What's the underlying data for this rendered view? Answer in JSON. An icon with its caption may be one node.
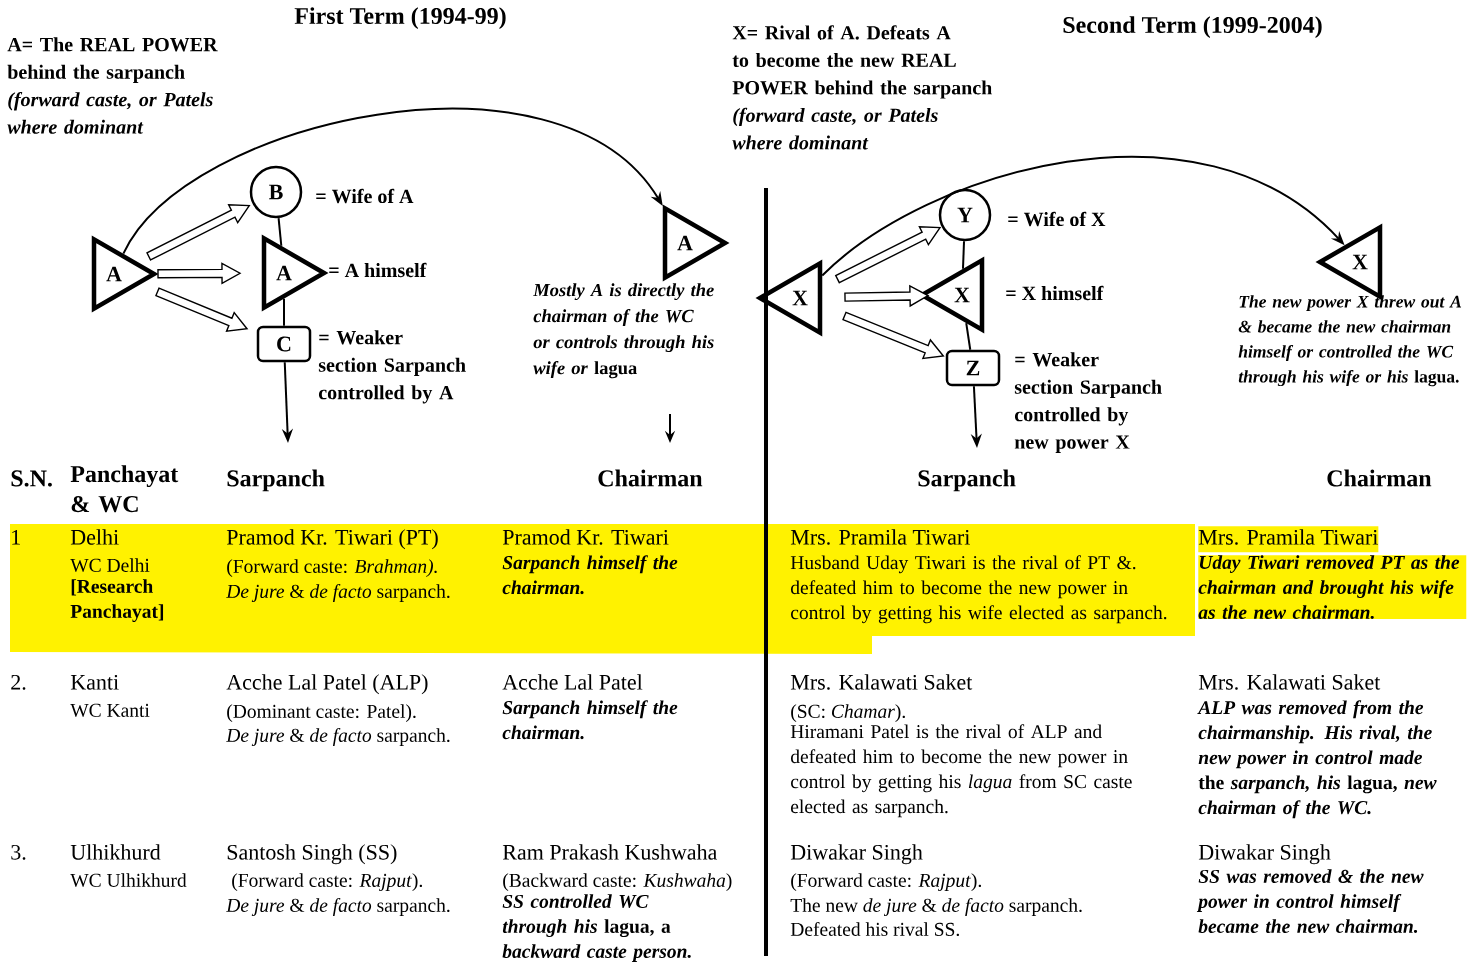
{
  "diagram": {
    "nodes": [
      {
        "text": [
          "A"
        ]
      },
      {
        "text": [
          "B"
        ],
        "beside": [
          "= Wife of A"
        ]
      },
      {
        "text": [
          "A"
        ],
        "beside": [
          "= A himself"
        ]
      },
      {
        "text": [
          "C"
        ],
        "beside": [
          "= Weaker section Sarpanch controlled by A"
        ]
      },
      {
        "text": [
          "A"
        ],
        "beside": [
          "*Mostly A is directly the chairman of the WC or controls through his wife or* lagua"
        ]
      },
      {
        "text": [
          "X"
        ]
      },
      {
        "text": [
          "Y"
        ],
        "beside": [
          "= Wife of X"
        ]
      },
      {
        "text": [
          "X"
        ],
        "beside": [
          "= X himself"
        ]
      },
      {
        "text": [
          "Z"
        ],
        "beside": [
          "= Weaker section Sarpanch controlled by new power X"
        ]
      },
      {
        "text": [
          "X"
        ],
        "beside": [
          "*The new power X threw out A & became the new chairman himself or controlled the WC through his wife or his* lagua."
        ]
      }
    ],
    "edges": [
      {
        "from": 0,
        "to": 1,
        "arrow": "to",
        "style": "thick"
      },
      {
        "from": 0,
        "to": 2,
        "arrow": "to",
        "style": "thick"
      },
      {
        "from": 0,
        "to": 3,
        "arrow": "to",
        "style": "thick"
      },
      {
        "from": 0,
        "to": 4,
        "arrow": "to"
      },
      {
        "from": 1,
        "to": 2,
        "arrow": "none"
      },
      {
        "from": 2,
        "to": 3,
        "arrow": "none"
      },
      {
        "from": 3,
        "to": null,
        "arrow": "to"
      },
      {
        "from": 5,
        "to": 6,
        "arrow": "to",
        "style": "thick"
      },
      {
        "from": 5,
        "to": 7,
        "arrow": "to",
        "style": "thick"
      },
      {
        "from": 5,
        "to": 8,
        "arrow": "to",
        "style": "thick"
      },
      {
        "from": 5,
        "to": 9,
        "arrow": "to"
      },
      {
        "from": 6,
        "to": 7,
        "arrow": "none"
      },
      {
        "from": 7,
        "to": 8,
        "arrow": "none"
      },
      {
        "from": 8,
        "to": null,
        "arrow": "to"
      }
    ],
    "labels": [
      "First Term (1994-99)",
      "Second Term (1999-2004)",
      "A= The REAL POWER behind the sarpanch *(forward caste, or Patels where dominant*",
      "X= Rival of A. Defeats A to become the new REAL POWER behind the sarpanch *(forward caste, or Patels where dominant*",
      "S.N.",
      "Panchayat & WC",
      "Sarpanch",
      "Chairman",
      "Sarpanch",
      "Chairman",
      "1",
      "Delhi",
      "WC Delhi",
      "[Research Panchayat]",
      "Pramod Kr. Tiwari (PT)",
      "(Forward caste: *Brahman).*",
      "*De jure* & *de facto* sarpanch.",
      "Pramod Kr. Tiwari",
      "Sarpanch himself the chairman.",
      "Mrs. Pramila Tiwari",
      "Husband Uday Tiwari is the rival of PT &. defeated him to become the new power in control by getting his wife elected as sarpanch.",
      "Mrs. Pramila Tiwari",
      "Uday Tiwari removed PT as the chairman and brought his wife as the new chairman.",
      "2.",
      "Kanti",
      "WC Kanti",
      "Acche Lal Patel (ALP)",
      "(Dominant caste: Patel).",
      "*De jure* & *de facto* sarpanch.",
      "Acche Lal Patel",
      "Sarpanch himself the chairman.",
      "Mrs. Kalawati Saket",
      "(SC: *Chamar*).",
      "Hiramani Patel is the rival of ALP and defeated him to become the new power in control by getting his *lagua* from SC caste elected as sarpanch.",
      "Mrs. Kalawati Saket",
      "*ALP was removed from the chairmanship. His rival, the new power in control made* the *sarpanch, his* lagua, *new chairman of the WC.*",
      "3.",
      "Ulhikhurd",
      "WC Ulhikhurd",
      "Santosh Singh (SS)",
      "(Forward caste: *Rajput*).",
      "*De jure* & *de facto* sarpanch.",
      "Ram Prakash Kushwaha",
      "(Backward caste: *Kushwaha*)",
      "*SS controlled WC through his* lagua, a *backward caste person.*",
      "Diwakar Singh",
      "(Forward caste: *Rajput*).",
      "The new *de jure* & *de facto* sarpanch.",
      "Defeated his rival SS.",
      "Diwakar Singh",
      "SS was removed & the new power in control himself became the new chairman."
    ]
  }
}
